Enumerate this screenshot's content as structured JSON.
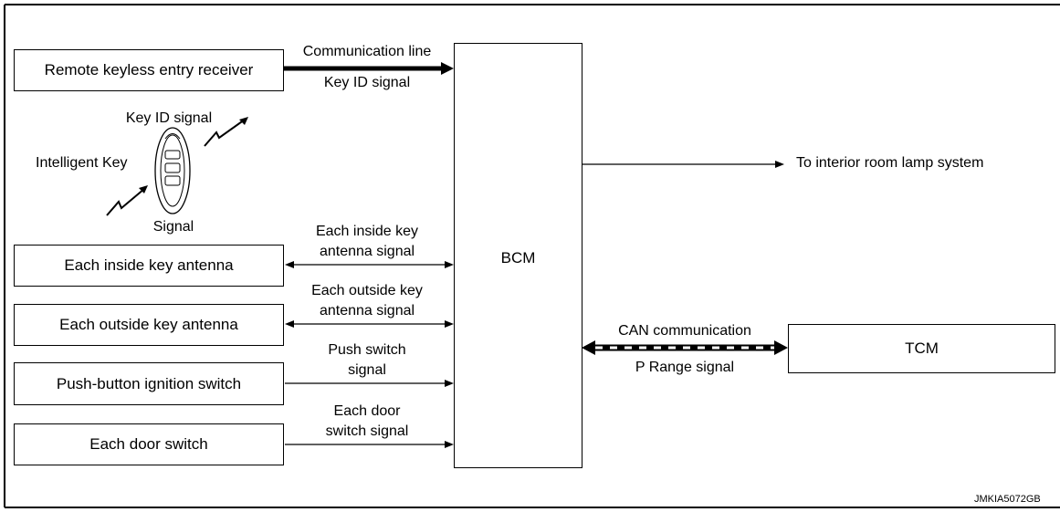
{
  "boxes": {
    "remote_receiver": "Remote keyless entry receiver",
    "inside_antenna": "Each inside key antenna",
    "outside_antenna": "Each outside key antenna",
    "push_button_switch": "Push-button ignition switch",
    "door_switch": "Each door switch",
    "bcm": "BCM",
    "tcm": "TCM"
  },
  "signals": {
    "communication_line": "Communication line",
    "key_id_signal": "Key ID signal",
    "intelligent_key_label": "Intelligent Key",
    "key_id_signal_key": "Key ID signal",
    "signal_key": "Signal",
    "inside_antenna_line1": "Each inside key",
    "inside_antenna_line2": "antenna signal",
    "outside_antenna_line1": "Each outside key",
    "outside_antenna_line2": "antenna signal",
    "push_switch_line1": "Push switch",
    "push_switch_line2": "signal",
    "door_switch_line1": "Each door",
    "door_switch_line2": "switch signal",
    "interior_lamp": "To interior room lamp system",
    "can_communication": "CAN communication",
    "p_range_signal": "P Range signal"
  },
  "figure_code": "JMKIA5072GB"
}
